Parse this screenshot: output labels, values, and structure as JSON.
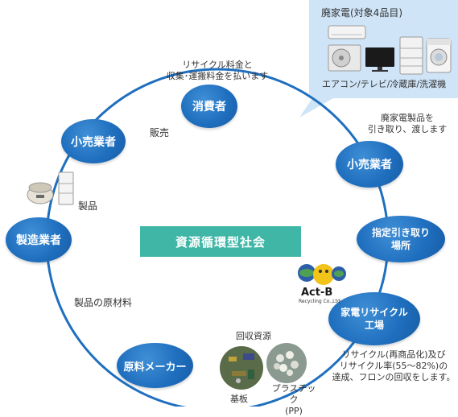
{
  "center_label": "資源循環型社会",
  "callout": {
    "title": "廃家電(対象4品目)",
    "items_label": "エアコン/テレビ/冷蔵庫/洗濯機"
  },
  "nodes": {
    "consumer": "消費者",
    "retailer_left": "小売業者",
    "retailer_right": "小売業者",
    "manufacturer": "製造業者",
    "designated_site": [
      "指定引き取り",
      "場所"
    ],
    "recycling_plant": [
      "家電リサイクル",
      "工場"
    ],
    "material_maker": "原料メーカー"
  },
  "annotations": {
    "consumer_pay": [
      "リサイクル料金と",
      "収集･運搬料金を払います"
    ],
    "retailer_collect": [
      "廃家電製品を",
      "引き取り、渡します"
    ],
    "sale": "販売",
    "product": "製品",
    "raw_material": "製品の原材料",
    "recovered_resources": "回収資源",
    "circuit_board": "基板",
    "plastic": [
      "プラスチック",
      "(PP)"
    ],
    "recycle_note": [
      "リサイクル(再商品化)及び",
      "リサイクル率(55～82%)の",
      "達成、フロンの回収をします。"
    ]
  },
  "logo": {
    "name": "Act-B",
    "subtitle": "Recycling Co.,Ltd"
  }
}
